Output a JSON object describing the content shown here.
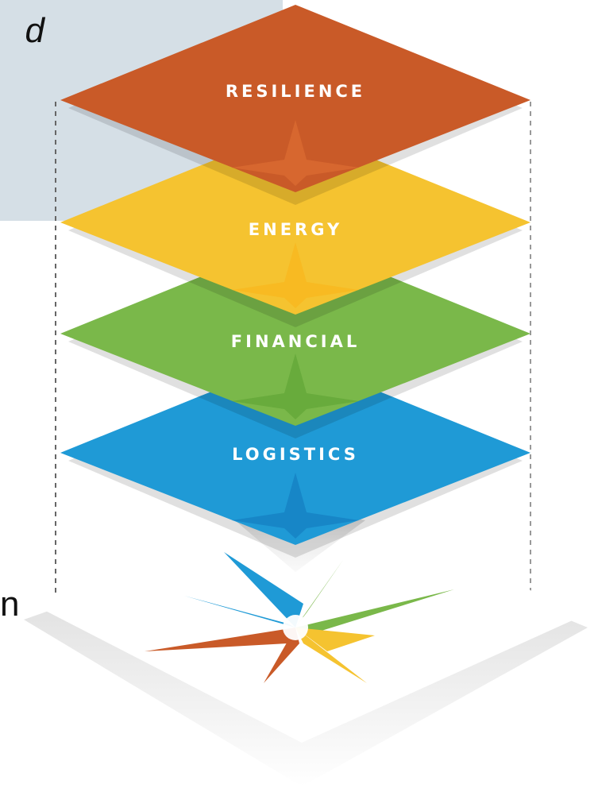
{
  "text_fragments": {
    "top_left": "d",
    "left_middle": "n"
  },
  "layers": [
    {
      "label": "RESILIENCE",
      "color": "#c95a28",
      "arrow_color": "#d96a30"
    },
    {
      "label": "ENERGY",
      "color": "#f5c330",
      "arrow_color": "#f8b820"
    },
    {
      "label": "FINANCIAL",
      "color": "#7ab84a",
      "arrow_color": "#65a83a"
    },
    {
      "label": "LOGISTICS",
      "color": "#1f9ad6",
      "arrow_color": "#1682c4"
    }
  ],
  "base_star_colors": [
    "#1f9ad6",
    "#7ab84a",
    "#f5c330",
    "#c95a28"
  ],
  "background_panel_color": "#d5dfe6"
}
